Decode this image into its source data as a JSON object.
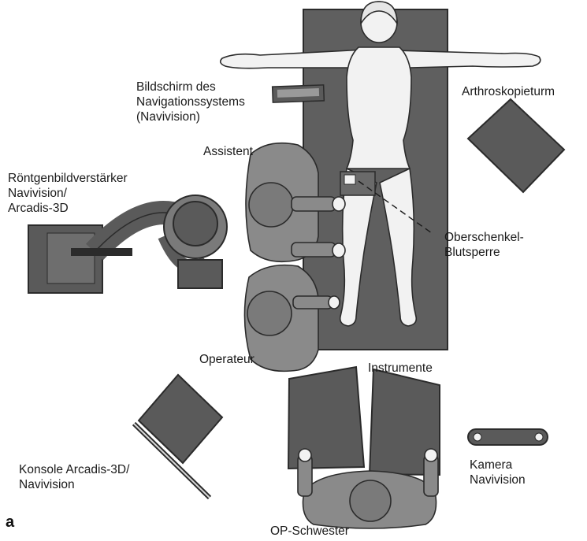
{
  "figure_letter": "a",
  "labels": {
    "monitor": [
      "Bildschirm des",
      "Navigationssystems",
      "(Navivision)"
    ],
    "arthroscopy_tower": [
      "Arthroskopieturm"
    ],
    "assistant": [
      "Assistent"
    ],
    "xray": [
      "Röntgenbildverstärker",
      "Navivision/",
      "Arcadis-3D"
    ],
    "tourniquet": [
      "Oberschenkel-",
      "Blutsperre"
    ],
    "surgeon": [
      "Operateur"
    ],
    "instruments": [
      "Instrumente"
    ],
    "console": [
      "Konsole Arcadis-3D/",
      "Navivision"
    ],
    "camera": [
      "Kamera",
      "Navivision"
    ],
    "scrub_nurse": [
      "OP-Schwester"
    ]
  },
  "colors": {
    "equipment": "#5a5a5a",
    "table": "#5f5f5f",
    "outline": "#2b2b2b",
    "skin": "#f2f2f2",
    "gown": "#8a8a8a",
    "ink": "#1a1a1a"
  }
}
